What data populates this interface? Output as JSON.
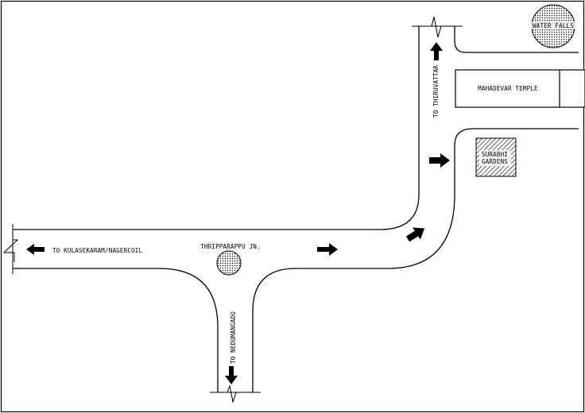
{
  "map": {
    "junction_label": "THRIPPARAPPU JN.",
    "route_west": "TO KULASEKARAM/NAGERCOIL",
    "route_south": "TO NEDUMANGADU",
    "route_north": "TO THIRUVATTAR",
    "temple_label": "MAHADEVAR TEMPLE",
    "gardens_label_line1": "SURABHI",
    "gardens_label_line2": "GARDENS",
    "falls_label": "WATER FALLS"
  },
  "colors": {
    "ink": "#000000",
    "paper": "#ffffff"
  }
}
